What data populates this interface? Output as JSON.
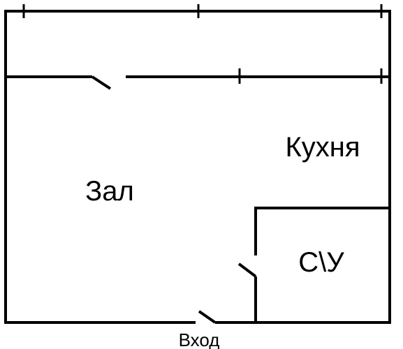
{
  "colors": {
    "background": "#ffffff",
    "lines": "#000000"
  },
  "rooms": {
    "hall": "Зал",
    "kitchen": "Кухня",
    "bathroom": "С\\У"
  },
  "entrance": {
    "label": "Вход"
  }
}
